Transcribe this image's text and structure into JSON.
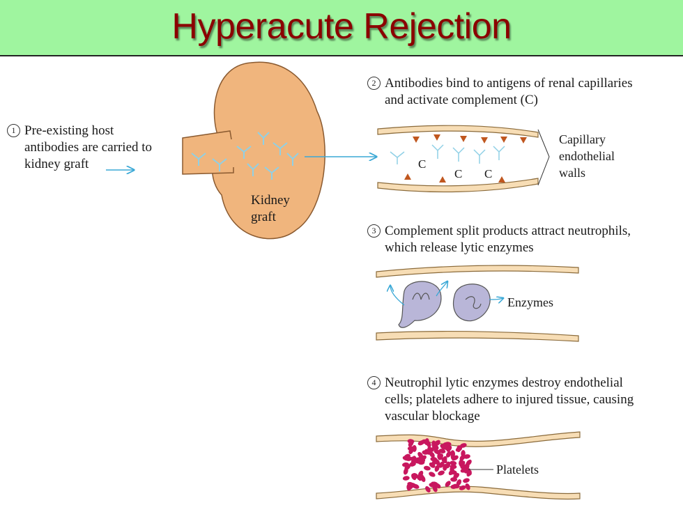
{
  "header": {
    "title": "Hyperacute Rejection",
    "background": "#9ff59f",
    "title_color": "#8b0000"
  },
  "diagram": {
    "step1": {
      "number": "1",
      "text": "Pre-existing host\nantibodies are carried to\nkidney graft"
    },
    "kidney_label": "Kidney\ngraft",
    "step2": {
      "number": "2",
      "text": "Antibodies bind to antigens of renal capillaries\nand activate complement (C)"
    },
    "capillary_label": "Capillary\nendothelial\nwalls",
    "complement_label": "C",
    "step3": {
      "number": "3",
      "text": "Complement split products attract neutrophils,\nwhich release lytic enzymes"
    },
    "enzymes_label": "Enzymes",
    "step4": {
      "number": "4",
      "text": "Neutrophil lytic enzymes destroy endothelial\ncells; platelets adhere to injured tissue, causing\nvascular blockage"
    },
    "platelets_label": "Platelets",
    "colors": {
      "kidney": "#f0b57d",
      "vessel": "#f7ddb5",
      "antibody": "#8fd0e6",
      "arrow": "#3aa8d6",
      "antigen": "#c0571f",
      "neutrophil": "#b9b6d8",
      "platelet": "#c8175e"
    }
  }
}
